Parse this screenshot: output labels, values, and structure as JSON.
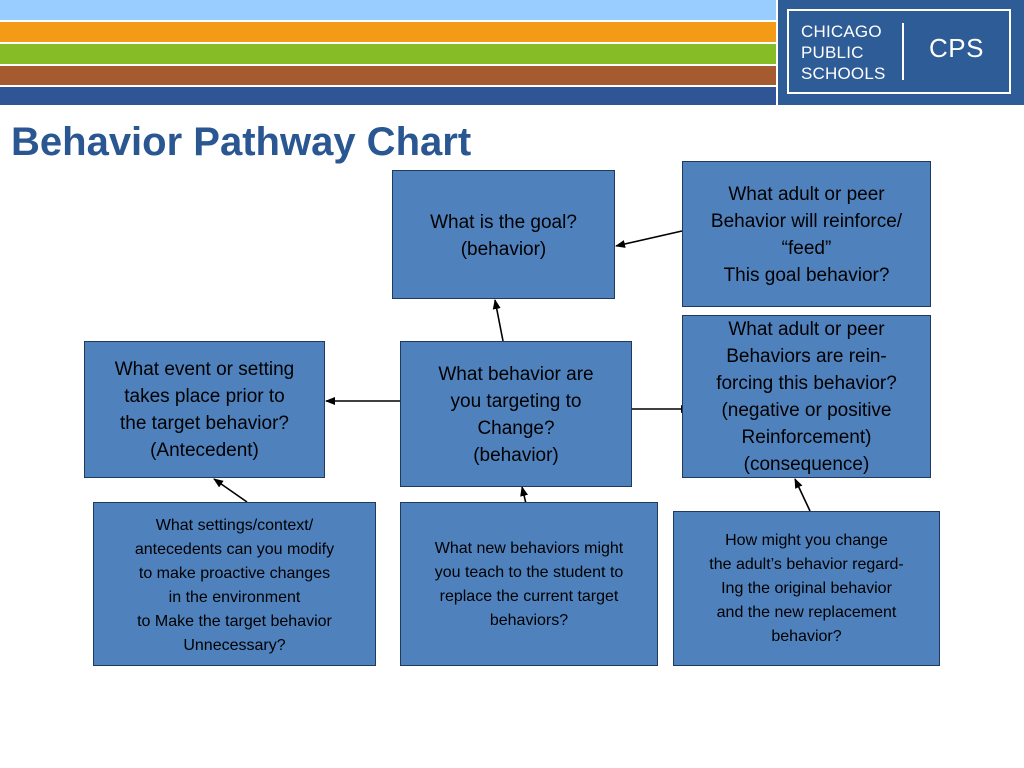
{
  "header": {
    "title": "Behavior Pathway Chart",
    "logo": {
      "line1": "CHICAGO",
      "line2": "PUBLIC",
      "line3": "SCHOOLS",
      "abbreviation": "CPS"
    },
    "stripe_colors": [
      "#99ccff",
      "#f39a17",
      "#86bc25",
      "#a55a30",
      "#2f5597"
    ],
    "logo_bg": "#2e5c96"
  },
  "colors": {
    "box_fill": "#4f81bd",
    "box_border": "#1f3a5f",
    "title": "#2a5792"
  },
  "diagram": {
    "goal": "What is the goal?\n(behavior)",
    "reinforce_goal": "What adult or peer\nBehavior will  reinforce/\n“feed”\nThis goal behavior?",
    "antecedent": "What event or setting\ntakes place prior to\n the target behavior?\n(Antecedent)",
    "target": "What behavior are\nyou targeting to\nChange?\n(behavior)",
    "consequence": "What adult or peer\nBehaviors are rein-\n forcing this behavior?\n(negative or positive\nReinforcement)\n(consequence)",
    "settings": "What settings/context/\nantecedents can you modify\n to make proactive changes\nin the environment\nto Make the target behavior\nUnnecessary?",
    "new_behaviors": "What new behaviors might\nyou teach to the student to\nreplace the current target\nbehaviors?",
    "adult_change": "How might you change\n the adult’s behavior regard-\nIng the original behavior\nand the new replacement\nbehavior?"
  }
}
